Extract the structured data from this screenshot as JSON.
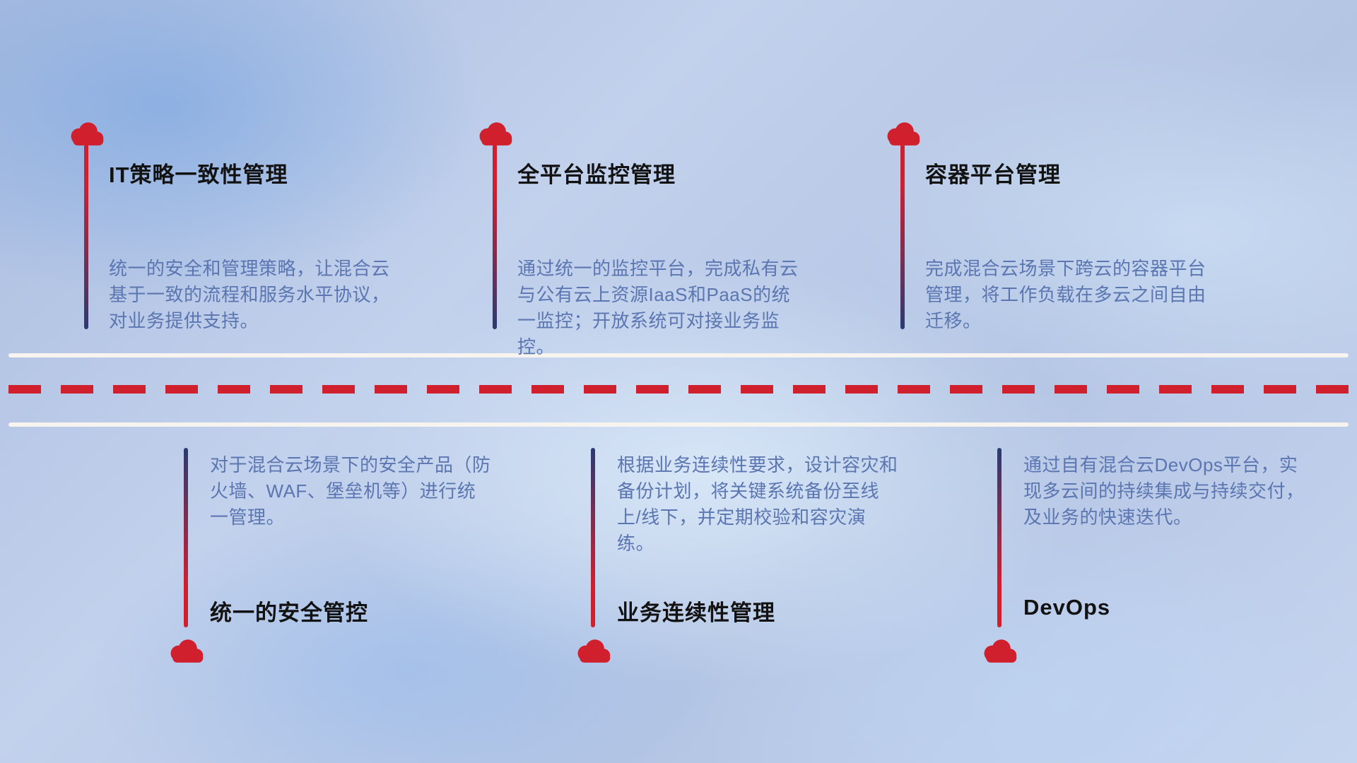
{
  "colors": {
    "red": "#d0202e",
    "desc": "#5b76b0"
  },
  "top_items": [
    {
      "title": "IT策略一致性管理",
      "desc": "统一的安全和管理策略，让混合云基于一致的流程和服务水平协议，对业务提供支持。"
    },
    {
      "title": "全平台监控管理",
      "desc": "通过统一的监控平台，完成私有云与公有云上资源IaaS和PaaS的统一监控；开放系统可对接业务监控。"
    },
    {
      "title": "容器平台管理",
      "desc": "完成混合云场景下跨云的容器平台管理，将工作负载在多云之间自由迁移。"
    }
  ],
  "bottom_items": [
    {
      "title": "统一的安全管控",
      "desc": "对于混合云场景下的安全产品（防火墙、WAF、堡垒机等）进行统一管理。"
    },
    {
      "title": "业务连续性管理",
      "desc": "根据业务连续性要求，设计容灾和备份计划，将关键系统备份至线上/线下，并定期校验和容灾演练。"
    },
    {
      "title": "DevOps",
      "desc": "通过自有混合云DevOps平台，实现多云间的持续集成与持续交付，及业务的快速迭代。"
    }
  ]
}
